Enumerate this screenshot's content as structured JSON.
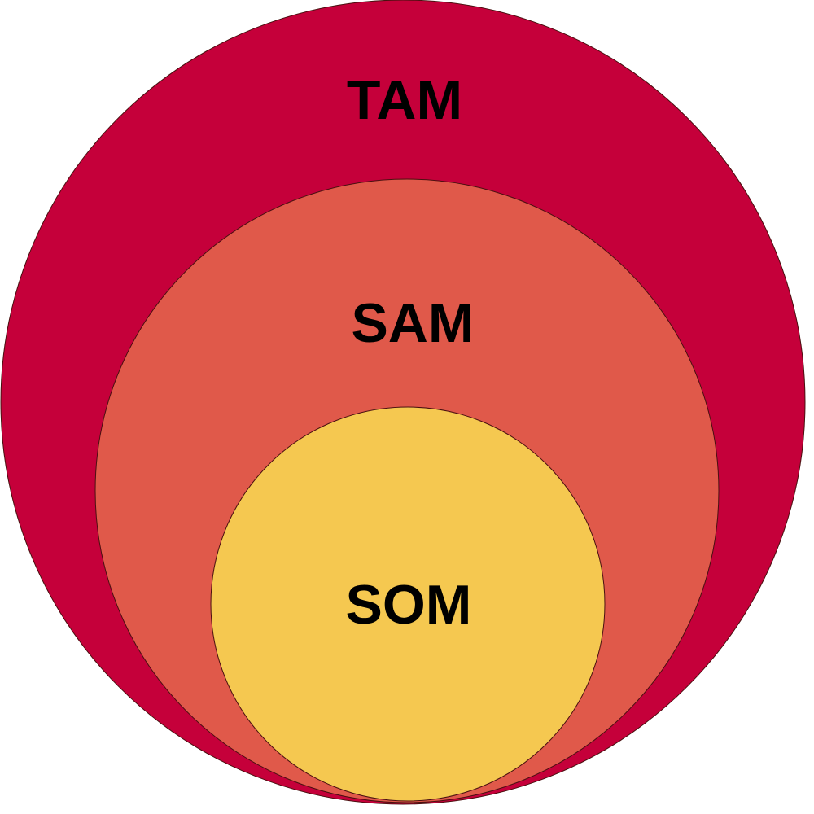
{
  "diagram": {
    "type": "nested-circles",
    "rings": [
      {
        "id": "tam",
        "label": "TAM",
        "color": "#c5003a"
      },
      {
        "id": "sam",
        "label": "SAM",
        "color": "#e0594a"
      },
      {
        "id": "som",
        "label": "SOM",
        "color": "#f5c850"
      }
    ],
    "outline_color": "#4a1010"
  }
}
